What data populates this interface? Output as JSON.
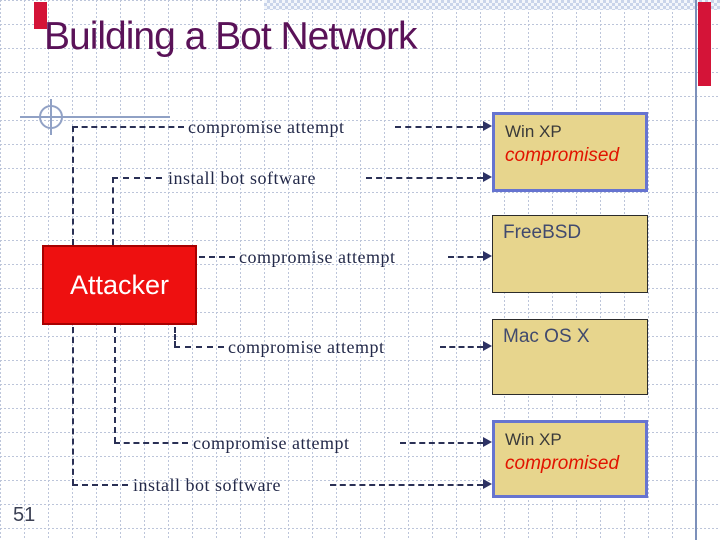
{
  "slide": {
    "title": "Building a Bot Network",
    "page_number": "51"
  },
  "attacker": {
    "label": "Attacker"
  },
  "targets": [
    {
      "name": "Win XP",
      "status": "compromised",
      "highlighted": true
    },
    {
      "name": "FreeBSD",
      "status": "",
      "highlighted": false
    },
    {
      "name": "Mac OS X",
      "status": "",
      "highlighted": false
    },
    {
      "name": "Win XP",
      "status": "compromised",
      "highlighted": true
    }
  ],
  "connectors": [
    {
      "text": "compromise attempt",
      "target": "Win XP (top)"
    },
    {
      "text": "install bot software",
      "target": "Win XP (top)"
    },
    {
      "text": "compromise attempt",
      "target": "FreeBSD"
    },
    {
      "text": "compromise attempt",
      "target": "Mac OS X"
    },
    {
      "text": "compromise attempt",
      "target": "Win XP (bottom)"
    },
    {
      "text": "install bot software",
      "target": "Win XP (bottom)"
    }
  ],
  "colors": {
    "title_purple": "#5a1258",
    "box_fill": "#e7d58d",
    "highlight_border_blue": "#6674d0",
    "thin_border": "#2b2b2b",
    "attacker_red": "#ee1010",
    "compromised_red": "#e11400",
    "connector_navy": "#2a3055",
    "template_blue": "#7c90ba",
    "template_red": "#d41438"
  },
  "icons": {
    "compass": "compass-crosshair-icon"
  }
}
